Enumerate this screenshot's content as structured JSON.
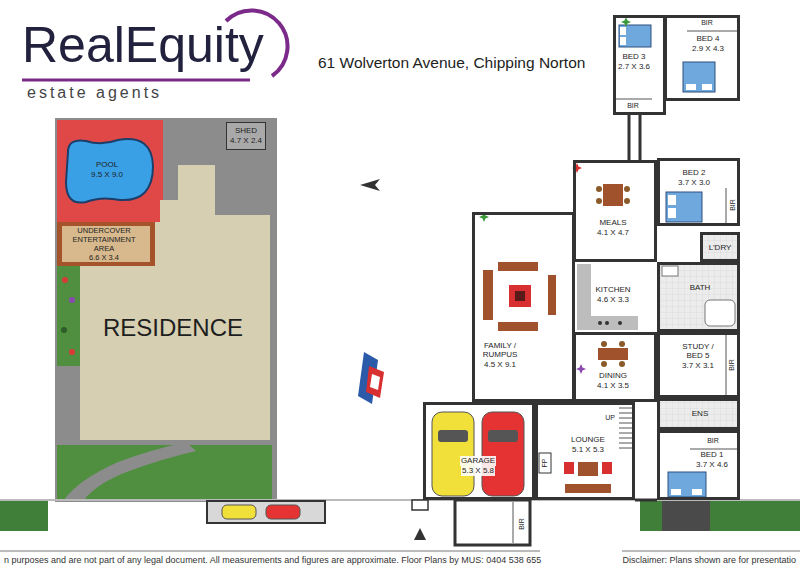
{
  "diagram": {
    "title": "61 Wolverton Avenue, Chipping Norton",
    "nodes": [
      {
        "text": [
          "POOL",
          "9.5 X 9.0"
        ]
      },
      {
        "text": [
          "SHED",
          "4.7 X 2.4"
        ]
      },
      {
        "text": [
          "UNDERCOVER ENTERTAINMENT AREA",
          "6.6 X 3.4"
        ]
      },
      {
        "text": [
          "RESIDENCE"
        ]
      },
      {
        "text": [
          "BED 3",
          "2.7 X 3.6"
        ]
      },
      {
        "text": [
          "BED 4",
          "2.9 X 4.3"
        ]
      },
      {
        "text": [
          "BED 2",
          "3.7 X 3.0"
        ]
      },
      {
        "text": [
          "MEALS",
          "4.1 X 4.7"
        ]
      },
      {
        "text": [
          "FAMILY / RUMPUS",
          "4.5 X 9.1"
        ]
      },
      {
        "text": [
          "KITCHEN",
          "4.6 X 3.3"
        ]
      },
      {
        "text": [
          "L'DRY"
        ]
      },
      {
        "text": [
          "BATH"
        ]
      },
      {
        "text": [
          "STUDY / BED 5",
          "3.7 X 3.1"
        ]
      },
      {
        "text": [
          "DINING",
          "4.1 X 3.5"
        ]
      },
      {
        "text": [
          "ENS"
        ]
      },
      {
        "text": [
          "GARAGE",
          "5.3 X 5.8"
        ]
      },
      {
        "text": [
          "LOUNGE",
          "5.1 X 5.3"
        ]
      },
      {
        "text": [
          "BED 1",
          "3.7 X 4.6"
        ]
      }
    ],
    "labels": [
      "RealEquity",
      "estate agents",
      "BIR",
      "BIR",
      "BIR",
      "BIR",
      "BIR",
      "UP",
      "FP",
      "BIR",
      "n purposes and are not part of any legal document. All measurements and figures are approximate. Floor Plans by MUS: 0404 538 655",
      "Disclaimer: Plans shown are for presentatio"
    ]
  }
}
